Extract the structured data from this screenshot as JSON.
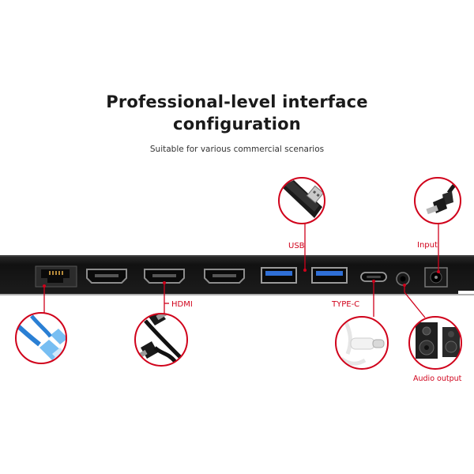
{
  "heading": {
    "line1": "Professional-level interface",
    "line2": "configuration",
    "subtitle": "Suitable for various commercial scenarios"
  },
  "labels": {
    "usb": "USB",
    "input": "Input",
    "hdmi": "HDMI",
    "type_c": "TYPE-C",
    "audio_output": "Audio output"
  },
  "colors": {
    "accent": "#d0021b",
    "panel": "#151515",
    "ethernet_cable": "#2a7fd4"
  },
  "icons": [
    "usb-drive-icon",
    "dc-power-plug-icon",
    "ethernet-cable-icon",
    "hdmi-cable-icon",
    "usb-c-cable-icon",
    "speaker-icon"
  ]
}
